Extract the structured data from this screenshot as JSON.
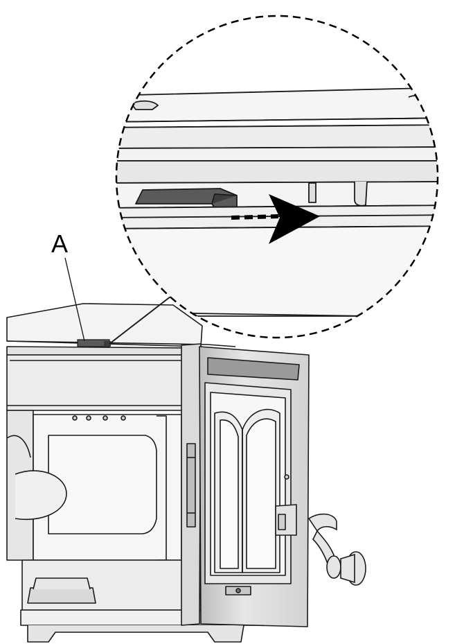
{
  "diagram": {
    "callout_label": "A",
    "colors": {
      "background": "#ffffff",
      "outline": "#1a1a1a",
      "light_fill": "#f4f4f4",
      "panel_fill": "#e9e9e9",
      "shade_fill": "#cfcfcf",
      "dark_part": "#5a5a5a",
      "arrow": "#000000"
    },
    "icons": {
      "detail_circle": "dashed-circle-magnifier",
      "motion_arrow": "dashed-arrow-right"
    }
  }
}
